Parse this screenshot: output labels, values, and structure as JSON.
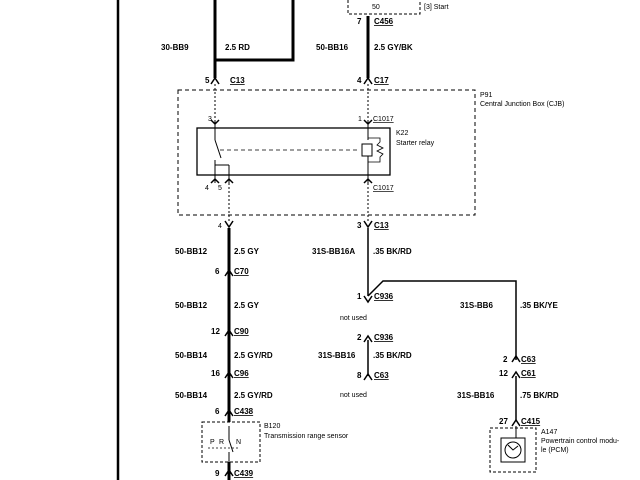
{
  "components": {
    "start_box": {
      "pin": "50",
      "label": "[3] Start"
    },
    "cjb": {
      "ref": "P91",
      "name": "Central Junction Box (CJB)"
    },
    "relay": {
      "ref": "K22",
      "name": "Starter relay"
    },
    "trs": {
      "ref": "B120",
      "name": "Transmission range sensor",
      "positions": [
        "P",
        "R",
        "N"
      ]
    },
    "pcm": {
      "ref": "A147",
      "name_line1": "Powertrain control modu-",
      "name_line2": "le (PCM)"
    }
  },
  "wires": [
    {
      "circuit": "30-BB9",
      "spec": "2.5 RD"
    },
    {
      "circuit": "50-BB16",
      "spec": "2.5 GY/BK"
    },
    {
      "circuit": "50-BB12",
      "spec": "2.5 GY"
    },
    {
      "circuit": "31S-BB16A",
      "spec": ".35 BK/RD"
    },
    {
      "circuit": "50-BB12",
      "spec": "2.5 GY"
    },
    {
      "circuit": "31S-BB6",
      "spec": ".35 BK/YE"
    },
    {
      "circuit": "50-BB14",
      "spec": "2.5 GY/RD"
    },
    {
      "circuit": "31S-BB16",
      "spec": ".35 BK/RD"
    },
    {
      "circuit": "50-BB14",
      "spec": "2.5 GY/RD"
    },
    {
      "circuit": "31S-BB16",
      "spec": ".75 BK/RD"
    }
  ],
  "connectors": [
    {
      "pin": "7",
      "name": "C456"
    },
    {
      "pin": "5",
      "name": "C13"
    },
    {
      "pin": "4",
      "name": "C17"
    },
    {
      "pin": "3",
      "name": "C1017"
    },
    {
      "pin": "1",
      "name": "C1017"
    },
    {
      "pin": "4",
      "name": ""
    },
    {
      "pin": "5",
      "name": ""
    },
    {
      "pin": "",
      "name": "C1017"
    },
    {
      "pin": "4",
      "name": ""
    },
    {
      "pin": "3",
      "name": "C13"
    },
    {
      "pin": "6",
      "name": "C70"
    },
    {
      "pin": "1",
      "name": "C936"
    },
    {
      "pin": "12",
      "name": "C90"
    },
    {
      "pin": "2",
      "name": "C936"
    },
    {
      "pin": "16",
      "name": "C96"
    },
    {
      "pin": "8",
      "name": "C63"
    },
    {
      "pin": "2",
      "name": "C63"
    },
    {
      "pin": "12",
      "name": "C61"
    },
    {
      "pin": "6",
      "name": "C438"
    },
    {
      "pin": "27",
      "name": "C415"
    },
    {
      "pin": "9",
      "name": "C439"
    }
  ],
  "notes": [
    "not used",
    "not used"
  ]
}
